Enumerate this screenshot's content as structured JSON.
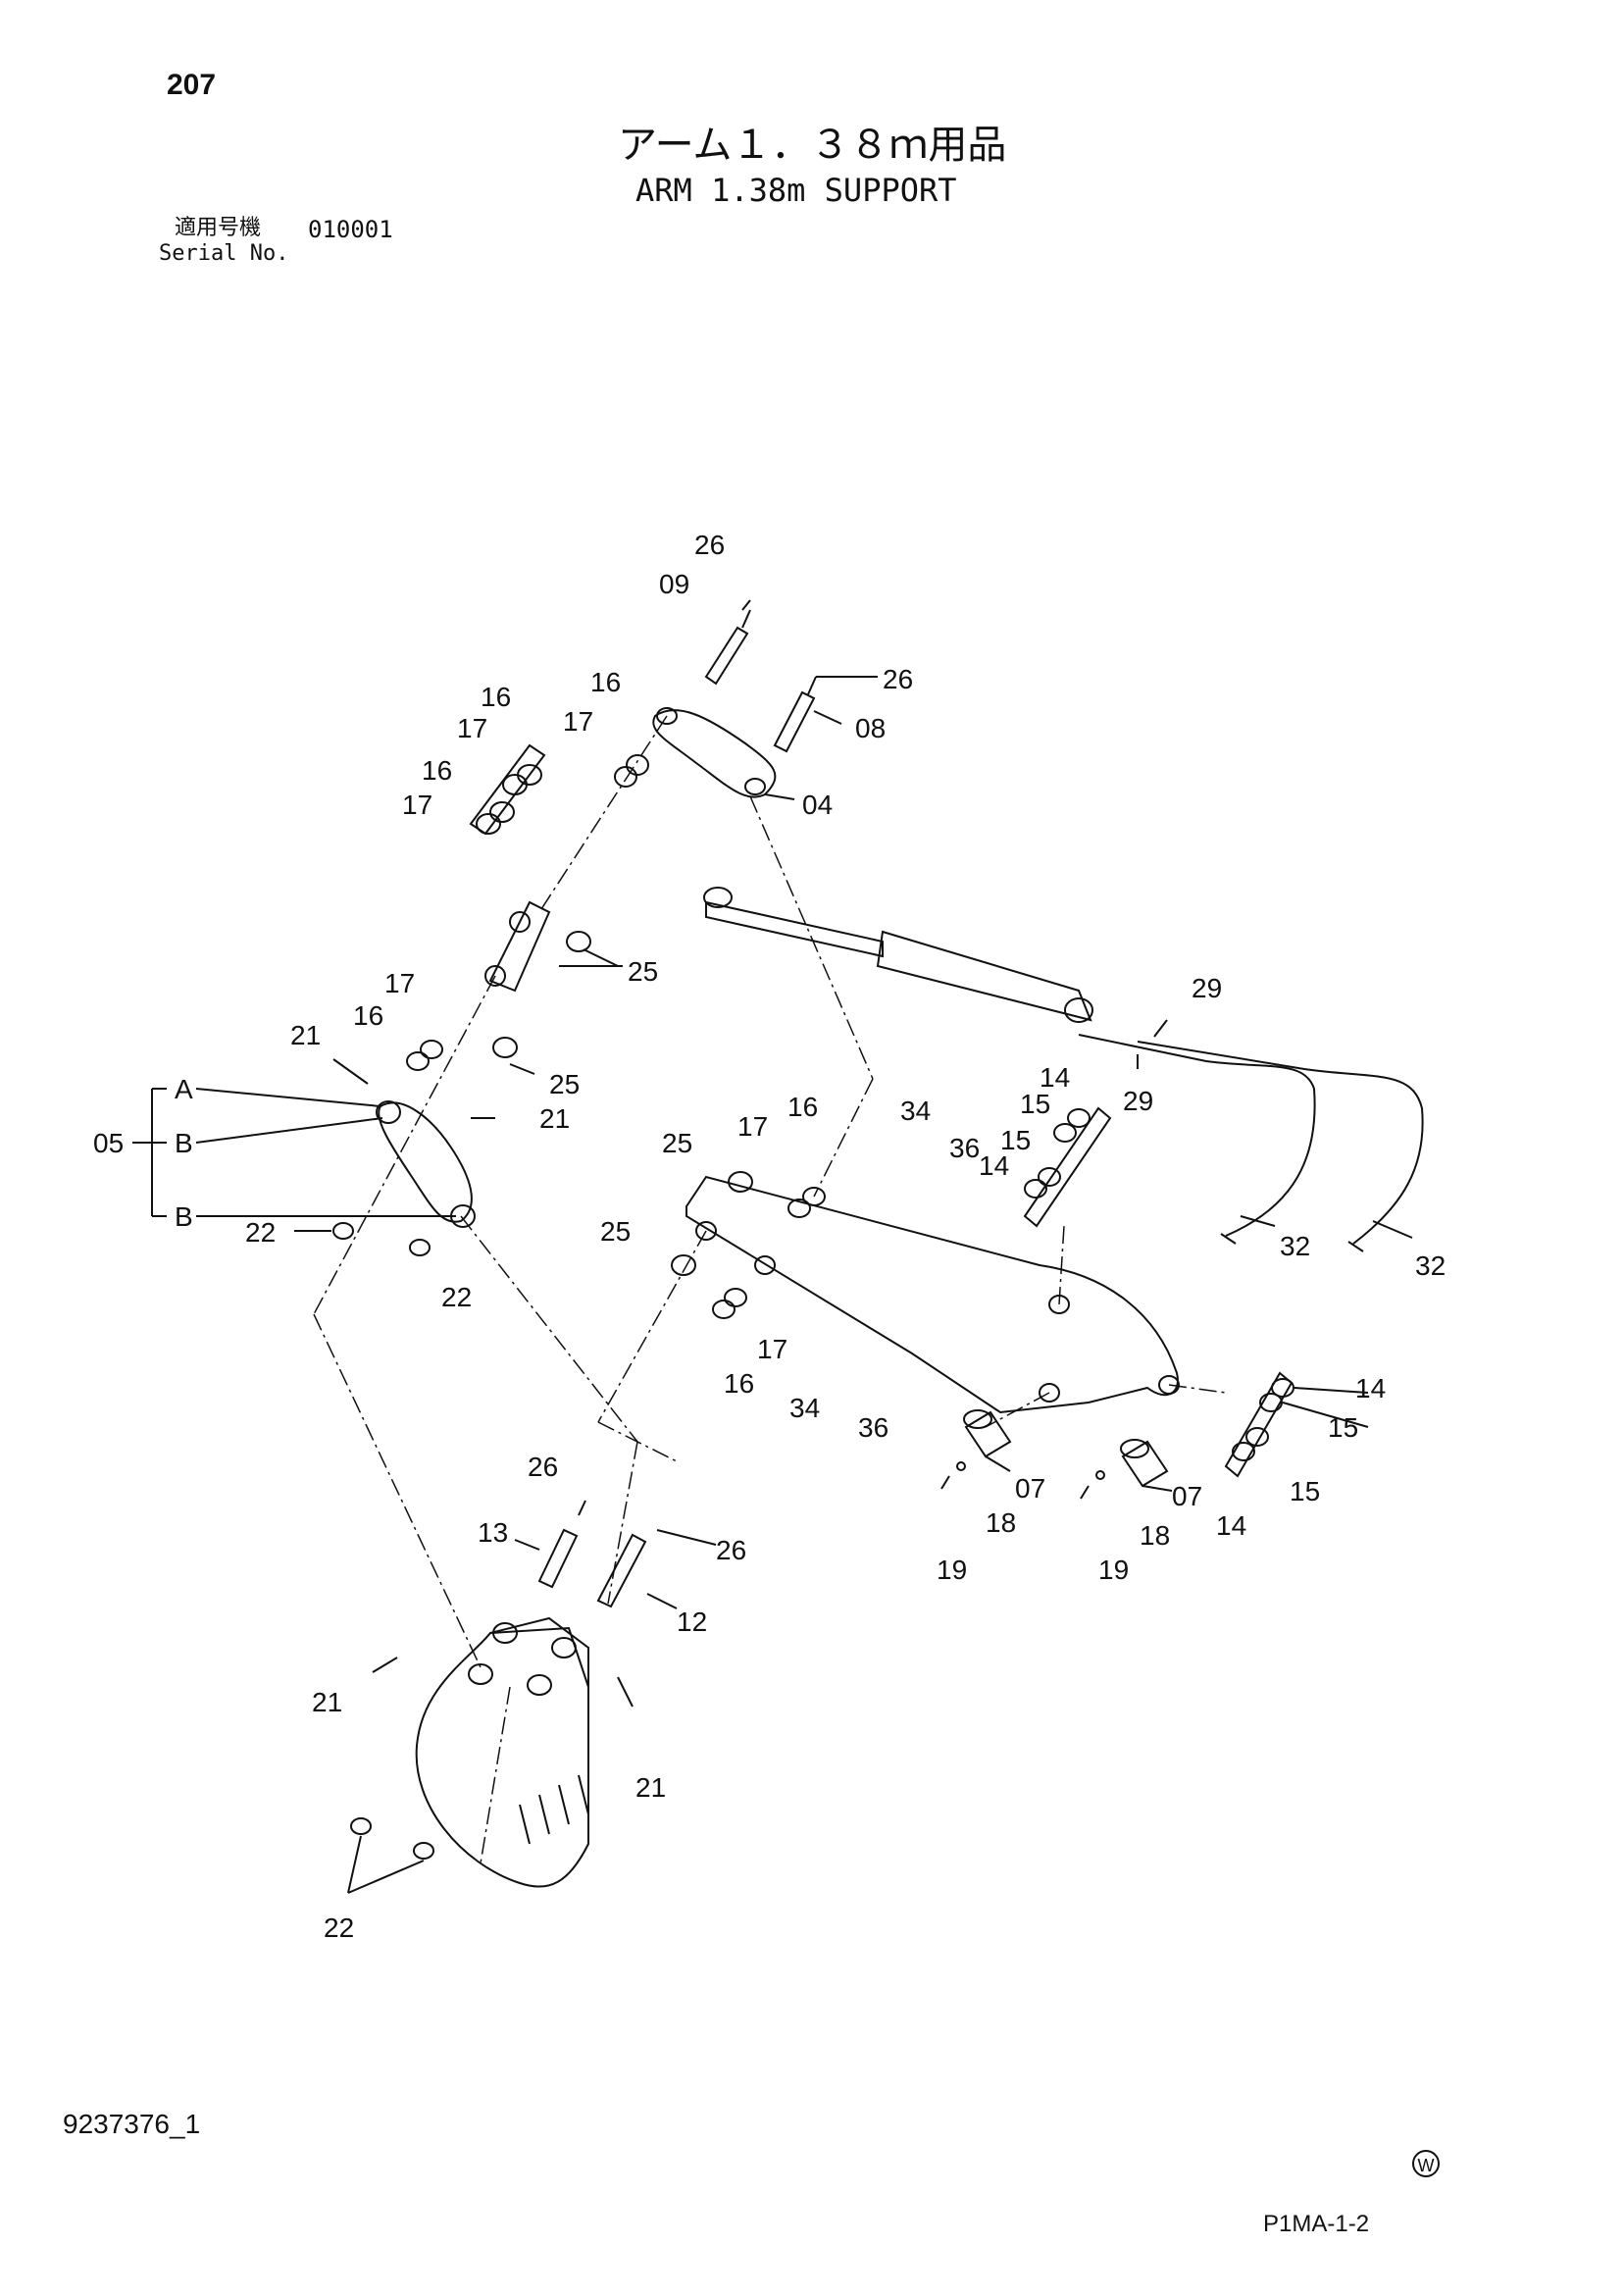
{
  "header": {
    "page_number": "207",
    "title_jp": "アーム１．３８ｍ用品",
    "title_en": "ARM 1.38m SUPPORT",
    "serial_label_jp": "適用号機",
    "serial_value": "010001",
    "serial_label_en": "Serial No."
  },
  "footer": {
    "document_code": "9237376_1",
    "page_code": "P1MA-1-2",
    "mark": "W"
  },
  "callouts": {
    "c26a": "26",
    "c09": "09",
    "c26b": "26",
    "c08": "08",
    "c04": "04",
    "c16a": "16",
    "c17a": "17",
    "c16b": "16",
    "c17b": "17",
    "c16c": "16",
    "c17c": "17",
    "c25a": "25",
    "c17d": "17",
    "c16d": "16",
    "c21a": "21",
    "c25b": "25",
    "c05": "05",
    "cA": "A",
    "cB1": "B",
    "cB2": "B",
    "c22a": "22",
    "c21b": "21",
    "c22b": "22",
    "c29a": "29",
    "c29b": "29",
    "c32a": "32",
    "c32b": "32",
    "c14a": "14",
    "c15a": "15",
    "c15b": "15",
    "c14b": "14",
    "c34a": "34",
    "c36a": "36",
    "c25c": "25",
    "c17e": "17",
    "c16e": "16",
    "c25d": "25",
    "c17f": "17",
    "c16f": "16",
    "c34b": "34",
    "c36b": "36",
    "c14c": "14",
    "c15c": "15",
    "c15d": "15",
    "c14d": "14",
    "c07a": "07",
    "c18a": "18",
    "c19a": "19",
    "c07b": "07",
    "c18b": "18",
    "c19b": "19",
    "c26c": "26",
    "c13": "13",
    "c26d": "26",
    "c12": "12",
    "c21c": "21",
    "c21d": "21",
    "c22c": "22"
  }
}
